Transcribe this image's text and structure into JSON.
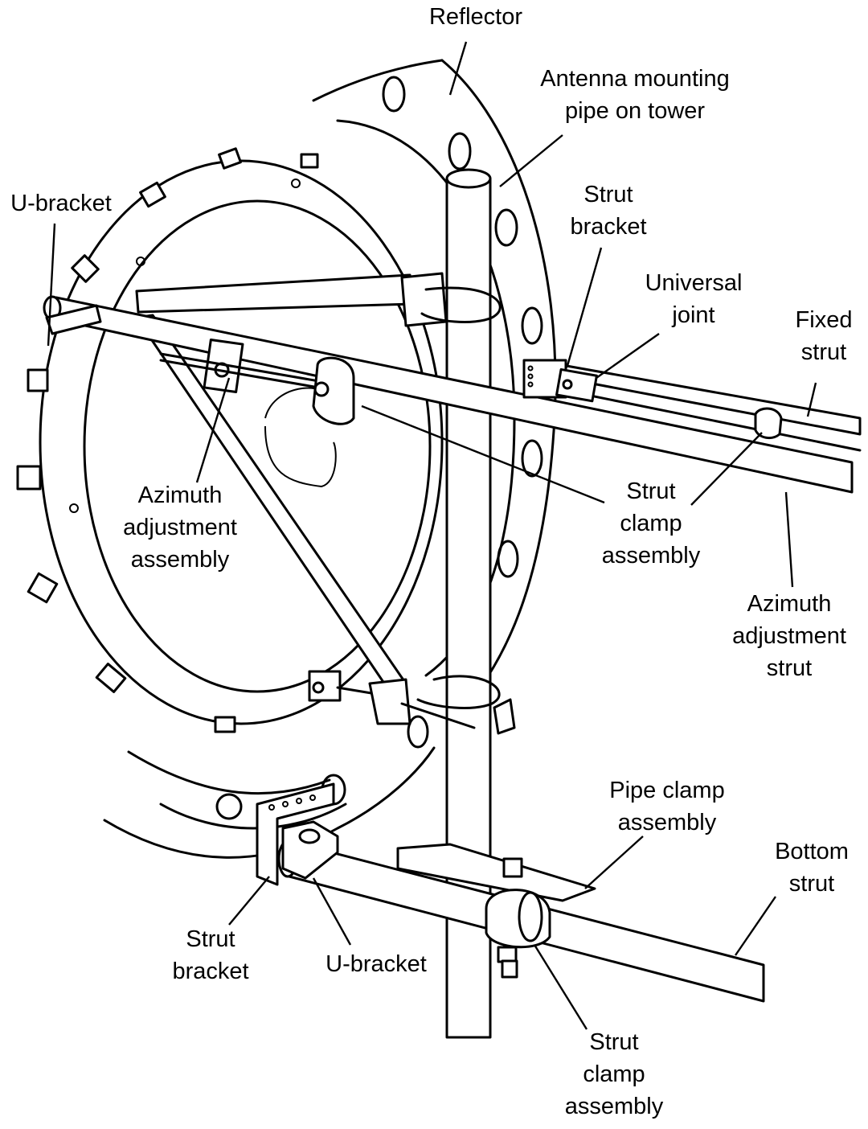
{
  "labels": {
    "reflector": [
      "Reflector"
    ],
    "antenna_pipe": [
      "Antenna mounting",
      "pipe on tower"
    ],
    "u_bracket_top": [
      "U-bracket"
    ],
    "strut_bracket_top": [
      "Strut",
      "bracket"
    ],
    "universal_joint": [
      "Universal",
      "joint"
    ],
    "fixed_strut": [
      "Fixed",
      "strut"
    ],
    "azimuth_assembly": [
      "Azimuth",
      "adjustment",
      "assembly"
    ],
    "strut_clamp_mid": [
      "Strut",
      "clamp",
      "assembly"
    ],
    "azimuth_strut": [
      "Azimuth",
      "adjustment",
      "strut"
    ],
    "pipe_clamp": [
      "Pipe clamp",
      "assembly"
    ],
    "bottom_strut": [
      "Bottom",
      "strut"
    ],
    "strut_bracket_bottom": [
      "Strut",
      "bracket"
    ],
    "u_bracket_bottom": [
      "U-bracket"
    ],
    "strut_clamp_bottom": [
      "Strut",
      "clamp",
      "assembly"
    ]
  }
}
